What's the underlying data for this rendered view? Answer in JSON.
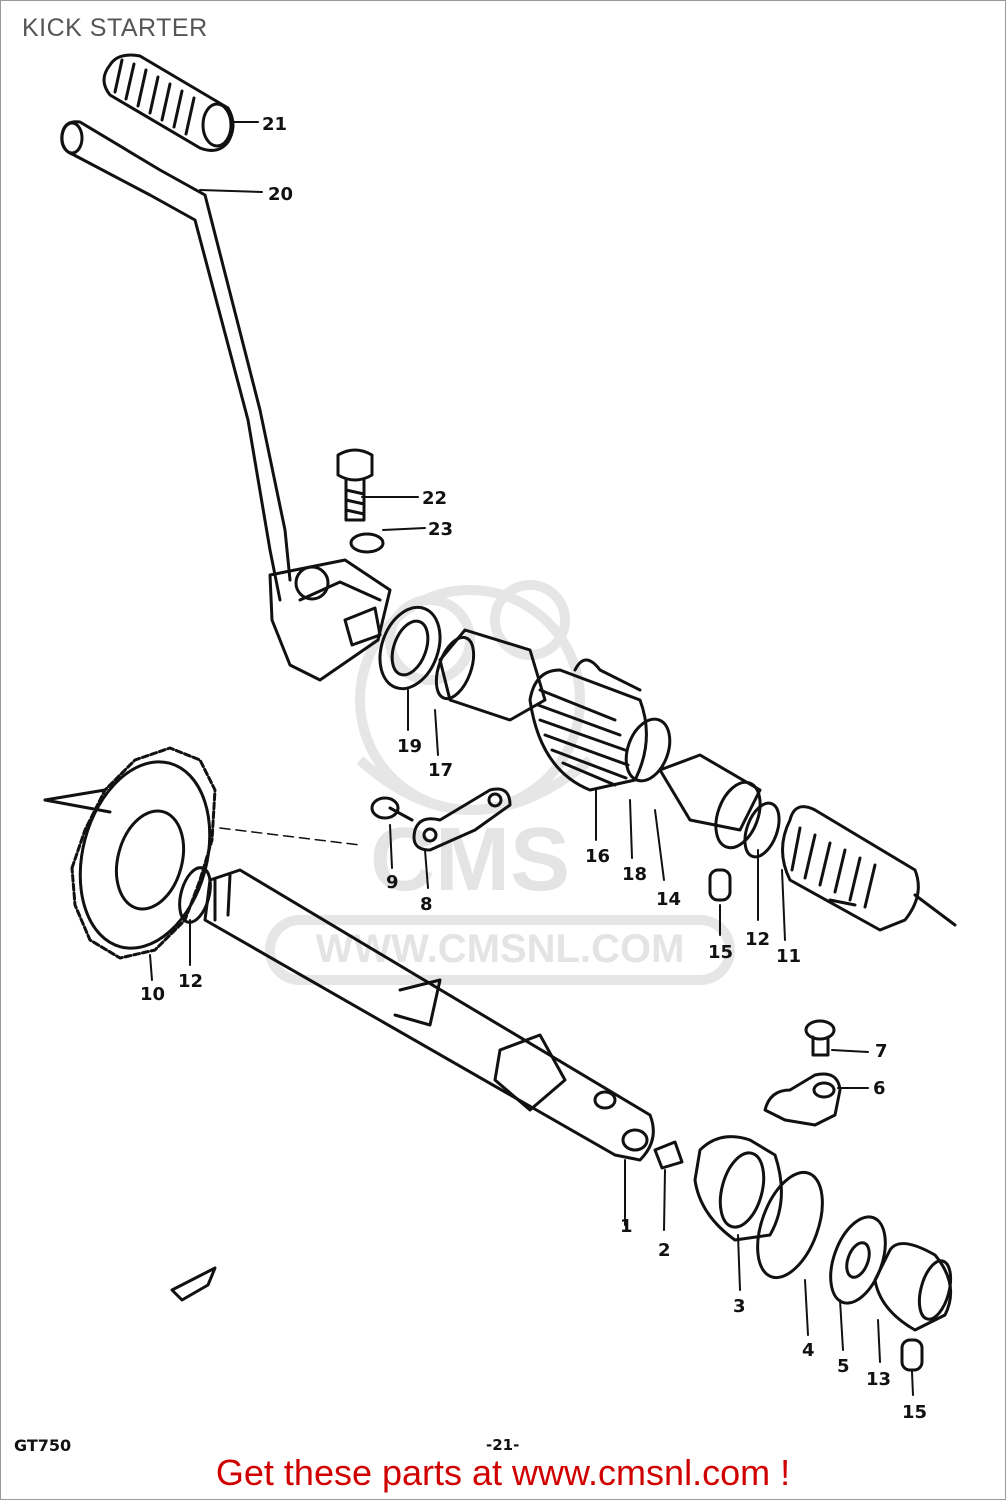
{
  "page": {
    "title": "KICK STARTER",
    "model": "GT750",
    "page_number": "-21-",
    "cta": "Get these parts at www.cmsnl.com !"
  },
  "watermark": {
    "brand": "CMS",
    "url": "WWW.CMSNL.COM"
  },
  "callouts": {
    "c1": "1",
    "c2": "2",
    "c3": "3",
    "c4": "4",
    "c5": "5",
    "c6": "6",
    "c7": "7",
    "c8": "8",
    "c9": "9",
    "c10": "10",
    "c11": "11",
    "c12a": "12",
    "c12b": "12",
    "c13": "13",
    "c14": "14",
    "c15a": "15",
    "c15b": "15",
    "c16": "16",
    "c17": "17",
    "c18": "18",
    "c19": "19",
    "c20": "20",
    "c21": "21",
    "c22": "22",
    "c23": "23"
  },
  "colors": {
    "ink": "#111111",
    "watermark": "#e4e4e4",
    "cta": "#d10000",
    "title": "#555555"
  }
}
